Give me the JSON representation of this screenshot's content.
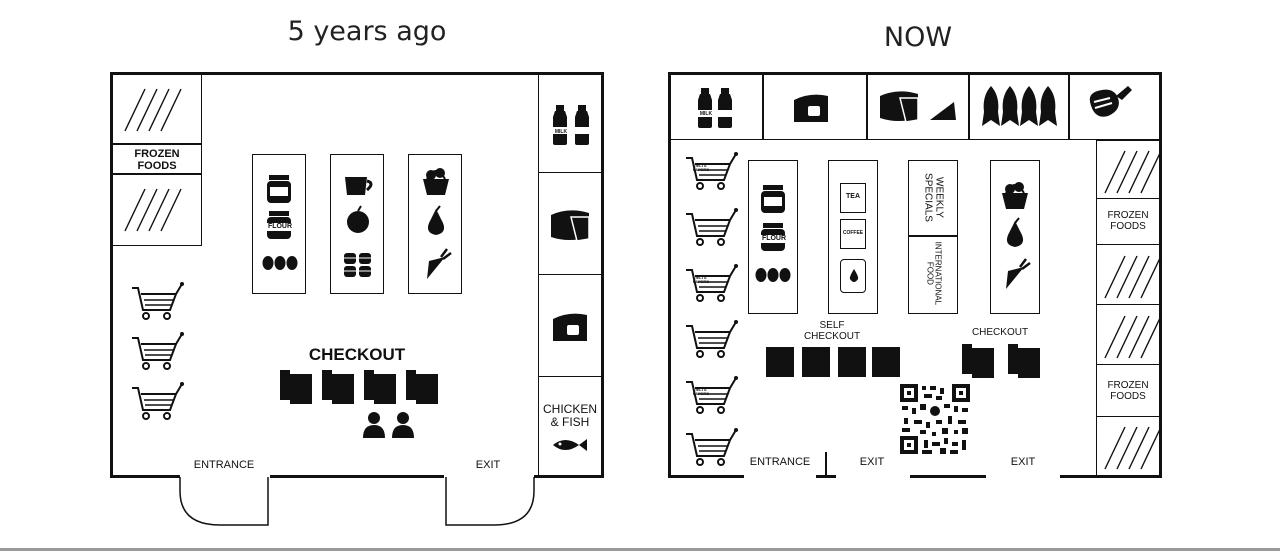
{
  "left_plan": {
    "title": "5 years ago",
    "frozen_foods": "FROZEN\nFOODS",
    "flour": "FLOUR",
    "milk": "MILK",
    "checkout": "CHECKOUT",
    "chicken_fish": "CHICKEN\n& FISH",
    "entrance": "ENTRANCE",
    "exit": "EXIT"
  },
  "right_plan": {
    "title": "NOW",
    "milk": "MILK",
    "flour": "FLOUR",
    "tea": "TEA",
    "coffee": "COFFEE",
    "weekly_specials": "WEEKLY\nSPECIALS",
    "international_food": "INTERNATIONAL\nFOOD",
    "frozen_foods": "FROZEN\nFOODS",
    "self_checkout": "SELF\nCHECKOUT",
    "checkout": "CHECKOUT",
    "trolley_tag": "IELTS\nPAPERS",
    "entrance": "ENTRANCE",
    "exit_1": "EXIT",
    "exit_2": "EXIT"
  },
  "colors": {
    "ink": "#111111",
    "bottom_rule": "#9a9a9a"
  }
}
